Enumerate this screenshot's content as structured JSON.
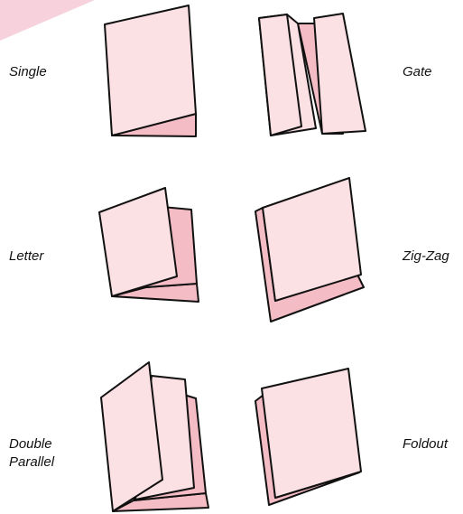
{
  "colors": {
    "corner_accent": "#f7d2dc",
    "panel_light": "#fbe0e4",
    "panel_dark": "#f4bcc4",
    "outline": "#111111",
    "text": "#111111"
  },
  "folds": {
    "single": {
      "label": "Single"
    },
    "gate": {
      "label": "Gate"
    },
    "letter": {
      "label": "Letter"
    },
    "zig_zag": {
      "label": "Zig-Zag"
    },
    "double_parallel": {
      "label_line1": "Double",
      "label_line2": "Parallel"
    },
    "foldout": {
      "label": "Foldout"
    }
  }
}
